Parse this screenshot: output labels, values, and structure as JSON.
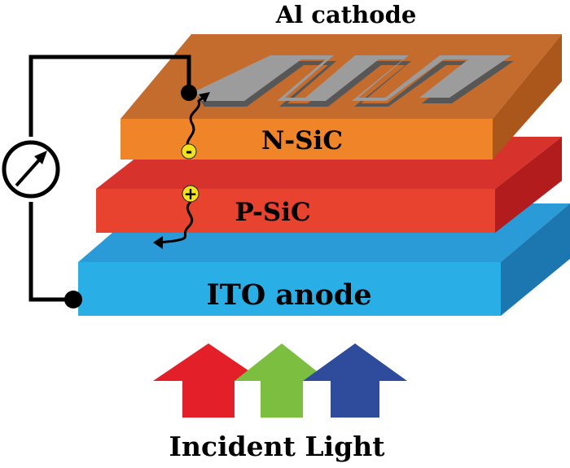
{
  "labels": {
    "cathode": "Al cathode",
    "n_layer": "N-SiC",
    "p_layer": "P-SiC",
    "anode": "ITO anode",
    "light": "Incident Light",
    "electron_sign": "-",
    "hole_sign": "+"
  },
  "colors": {
    "ito_top": "#2a9bd6",
    "ito_front": "#29aee6",
    "ito_side": "#1c77b0",
    "p_top": "#d8322c",
    "p_front": "#e8432e",
    "p_side": "#b31c1c",
    "n_top": "#c46b2e",
    "n_front": "#f08428",
    "n_side": "#ab561a",
    "al_top": "#9c9c9c",
    "al_edge": "#575757",
    "charge_fill": "#f0e21c",
    "arrow_red": "#e3202a",
    "arrow_green": "#7cbf40",
    "arrow_blue": "#2e4b9c",
    "wire": "#000000"
  },
  "icons": {
    "meter": "ammeter-icon",
    "contacts": "contact-dot-icon",
    "light_arrows": "up-arrow-icon"
  }
}
